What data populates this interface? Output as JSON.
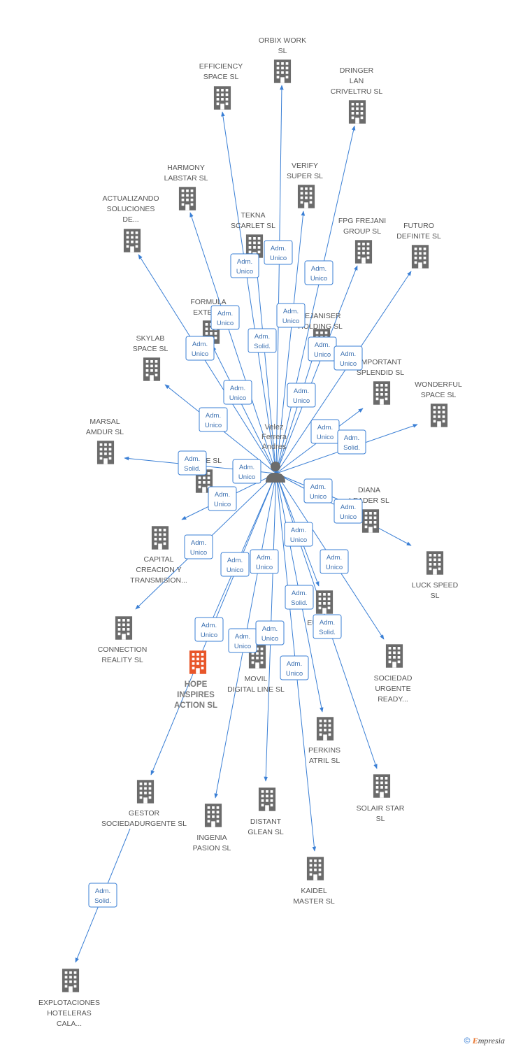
{
  "colors": {
    "edge": "#3a7fd5",
    "building": "#6b6b6b",
    "highlight": "#e8562a",
    "person": "#6b6b6b"
  },
  "center": {
    "lines": [
      "Velez",
      "Ferrera",
      "Andres"
    ],
    "icon": "person-icon"
  },
  "nodes": [
    {
      "id": "orbix",
      "lines": [
        "ORBIX WORK",
        "SL"
      ]
    },
    {
      "id": "efficiency",
      "lines": [
        "EFFICIENCY",
        "SPACE SL"
      ]
    },
    {
      "id": "dringer",
      "lines": [
        "DRINGER",
        "LAN",
        "CRIVELTRU SL"
      ]
    },
    {
      "id": "harmony",
      "lines": [
        "HARMONY",
        "LABSTAR SL"
      ]
    },
    {
      "id": "verify",
      "lines": [
        "VERIFY",
        "SUPER  SL"
      ]
    },
    {
      "id": "actualizando",
      "lines": [
        "ACTUALIZANDO",
        "SOLUCIONES",
        "DE..."
      ]
    },
    {
      "id": "tekna",
      "lines": [
        "TEKNA",
        "SCARLET  SL"
      ]
    },
    {
      "id": "fpg",
      "lines": [
        "FPG FREJANI",
        "GROUP  SL"
      ]
    },
    {
      "id": "futuro",
      "lines": [
        "FUTURO",
        "DEFINITE  SL"
      ]
    },
    {
      "id": "formula",
      "lines": [
        "FORMULA",
        "EXTEN..."
      ]
    },
    {
      "id": "rejaniser",
      "lines": [
        "REJANISER",
        "HOLDING SL"
      ]
    },
    {
      "id": "skylab",
      "lines": [
        "SKYLAB",
        "SPACE  SL"
      ]
    },
    {
      "id": "important",
      "lines": [
        "IMPORTANT",
        "SPLENDID  SL"
      ]
    },
    {
      "id": "wonderful",
      "lines": [
        "WONDERFUL",
        "SPACE  SL"
      ]
    },
    {
      "id": "marsal",
      "lines": [
        "MARSAL",
        "AMDUR  SL"
      ]
    },
    {
      "id": "cope",
      "lines": [
        "C...OPE  SL"
      ]
    },
    {
      "id": "diana",
      "lines": [
        "DIANA",
        "LEADER  SL"
      ]
    },
    {
      "id": "capital",
      "lines": [
        "CAPITAL",
        "CREACION Y",
        "TRANSMISION..."
      ]
    },
    {
      "id": "luck",
      "lines": [
        "LUCK SPEED",
        "SL"
      ]
    },
    {
      "id": "euro",
      "lines": [
        "EURO...T"
      ]
    },
    {
      "id": "connection",
      "lines": [
        "CONNECTION",
        "REALITY  SL"
      ]
    },
    {
      "id": "hope",
      "lines": [
        "HOPE",
        "INSPIRES",
        "ACTION  SL"
      ]
    },
    {
      "id": "movil",
      "lines": [
        "MOVIL",
        "DIGITAL LINE SL"
      ]
    },
    {
      "id": "sociedad",
      "lines": [
        "SOCIEDAD",
        "URGENTE",
        "READY..."
      ]
    },
    {
      "id": "perkins",
      "lines": [
        "PERKINS",
        "ATRIL  SL"
      ]
    },
    {
      "id": "gestor",
      "lines": [
        "GESTOR",
        "SOCIEDADURGENTE SL"
      ]
    },
    {
      "id": "ingenia",
      "lines": [
        "INGENIA",
        "PASION  SL"
      ]
    },
    {
      "id": "distant",
      "lines": [
        "DISTANT",
        "GLEAN  SL"
      ]
    },
    {
      "id": "solair",
      "lines": [
        "SOLAIR STAR",
        "SL"
      ]
    },
    {
      "id": "kaidel",
      "lines": [
        "KAIDEL",
        "MASTER  SL"
      ]
    },
    {
      "id": "explotaciones",
      "lines": [
        "EXPLOTACIONES",
        "HOTELERAS",
        "CALA..."
      ]
    }
  ],
  "roles": [
    {
      "lines": [
        "Adm.",
        "Unico"
      ]
    },
    {
      "lines": [
        "Adm.",
        "Unico"
      ]
    },
    {
      "lines": [
        "Adm.",
        "Unico"
      ]
    },
    {
      "lines": [
        "Adm.",
        "Unico"
      ]
    },
    {
      "lines": [
        "Adm.",
        "Solid."
      ]
    },
    {
      "lines": [
        "Adm.",
        "Unico"
      ]
    },
    {
      "lines": [
        "Adm.",
        "Unico"
      ]
    },
    {
      "lines": [
        "Adm.",
        "Unico"
      ]
    },
    {
      "lines": [
        "Adm.",
        "Unico"
      ]
    },
    {
      "lines": [
        "Adm.",
        "Unico"
      ]
    },
    {
      "lines": [
        "Adm.",
        "Unico"
      ]
    },
    {
      "lines": [
        "Adm.",
        "Unico"
      ]
    },
    {
      "lines": [
        "Adm.",
        "Unico"
      ]
    },
    {
      "lines": [
        "Adm.",
        "Solid."
      ]
    },
    {
      "lines": [
        "Adm.",
        "Solid."
      ]
    },
    {
      "lines": [
        "Adm.",
        "Unico"
      ]
    },
    {
      "lines": [
        "Adm.",
        "Unico"
      ]
    },
    {
      "lines": [
        "Adm.",
        "Unico"
      ]
    },
    {
      "lines": [
        "Adm.",
        "Unico"
      ]
    },
    {
      "lines": [
        "Adm.",
        "Unico"
      ]
    },
    {
      "lines": [
        "Adm.",
        "Unico"
      ]
    },
    {
      "lines": [
        "Adm.",
        "Unico"
      ]
    },
    {
      "lines": [
        "Adm.",
        "Unico"
      ]
    },
    {
      "lines": [
        "Adm.",
        "Unico"
      ]
    },
    {
      "lines": [
        "Adm.",
        "Solid."
      ]
    },
    {
      "lines": [
        "Adm.",
        "Solid."
      ]
    },
    {
      "lines": [
        "Adm.",
        "Unico"
      ]
    },
    {
      "lines": [
        "Adm.",
        "Unico"
      ]
    },
    {
      "lines": [
        "Adm.",
        "Unico"
      ]
    },
    {
      "lines": [
        "Adm.",
        "Unico"
      ]
    },
    {
      "lines": [
        "Adm.",
        "Solid."
      ]
    }
  ],
  "footer": {
    "copyright": "©",
    "brand_initial": "E",
    "brand_rest": "mpresia"
  }
}
